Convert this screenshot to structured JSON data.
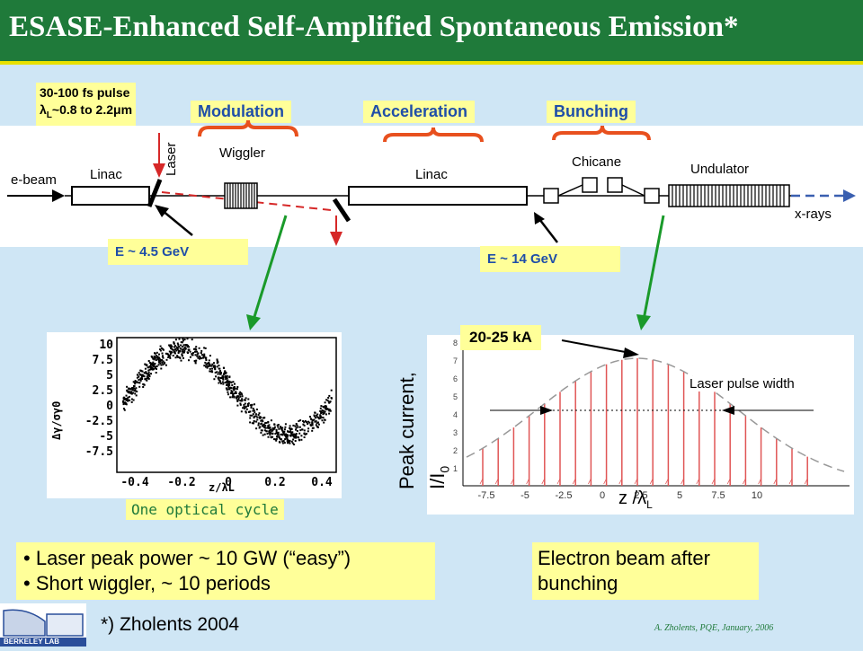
{
  "title": "ESASE-Enhanced Self-Amplified Spontaneous Emission*",
  "laser_box": {
    "line1": "30-100 fs pulse",
    "line2_symbol": "λ",
    "line2_sub": "L",
    "line2_rest": "~0.8 to 2.2",
    "line2_mu": "μ",
    "line2_m": "m"
  },
  "stages": {
    "modulation": "Modulation",
    "acceleration": "Acceleration",
    "bunching": "Bunching"
  },
  "beamline": {
    "ebeam": "e-beam",
    "linac1": "Linac",
    "laser": "Laser",
    "wiggler": "Wiggler",
    "linac2": "Linac",
    "chicane": "Chicane",
    "undulator": "Undulator",
    "xrays": "x-rays"
  },
  "energy_left": "E ~ 4.5 GeV",
  "energy_right": "E ~ 14 GeV",
  "left_plot": {
    "ylabel": "Δγ/σγ0",
    "yticks": [
      "10",
      "7.5",
      "5",
      "2.5",
      "0",
      "-2.5",
      "-5",
      "-7.5"
    ],
    "xticks": [
      "-0.4",
      "-0.2",
      "0",
      "0.2",
      "0.4"
    ],
    "xlabel": "z/λL",
    "caption": "One optical cycle"
  },
  "right_plot": {
    "ylabel_main": "Peak current,",
    "ylabel_sub": "I/I",
    "ylabel_sub0": "0",
    "yticks": [
      "8",
      "7",
      "6",
      "5",
      "4",
      "3",
      "2",
      "1"
    ],
    "xticks": [
      "-7.5",
      "-5",
      "-2.5",
      "0",
      "2.5",
      "5",
      "7.5",
      "10"
    ],
    "xlabel": "z /",
    "xlabel_l": "λ",
    "xlabel_sub": "L",
    "peak_label": "20-25 kA",
    "pulse_label": "Laser pulse width"
  },
  "bullets": [
    "Laser peak power ~ 10 GW  (“easy”)",
    "Short wiggler,  ~ 10 periods"
  ],
  "electron_caption": "Electron beam after bunching",
  "footnote": "*)  Zholents 2004",
  "credit": "A. Zholents, PQE, January, 2006",
  "logo_text": "BERKELEY LAB",
  "colors": {
    "title_bg": "#1f7a3a",
    "accent_yellow": "#ffff99",
    "bracket": "#e8501e",
    "arrow_green": "#1a9a2a",
    "laser_red": "#d62828",
    "peak_red": "#e05555"
  }
}
